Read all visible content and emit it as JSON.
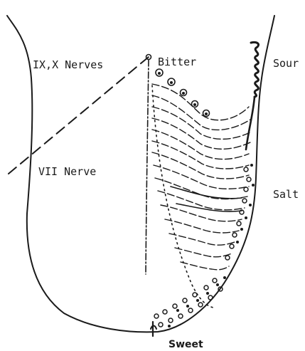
{
  "labels": {
    "nerves_ix_x": "IX,X Nerves",
    "bitter": "Bitter",
    "sour": "Sour",
    "nerve_vii": "VII Nerve",
    "salt": "Salt",
    "sweet": "Sweet"
  },
  "colors": {
    "ink": "#1a1a1a",
    "background": "#ffffff"
  }
}
